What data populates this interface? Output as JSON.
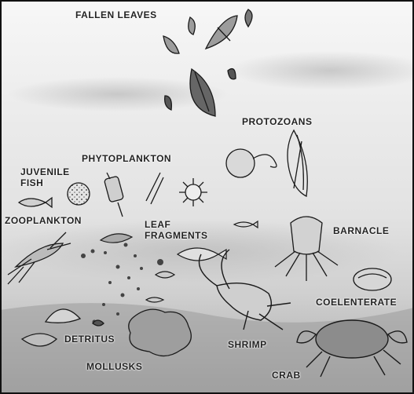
{
  "labels": {
    "fallen_leaves": "FALLEN LEAVES",
    "protozoans": "PROTOZOANS",
    "phytoplankton": "PHYTOPLANKTON",
    "juvenile_fish_line1": "JUVENILE",
    "juvenile_fish_line2": "FISH",
    "zooplankton": "ZOOPLANKTON",
    "leaf_fragments_line1": "LEAF",
    "leaf_fragments_line2": "FRAGMENTS",
    "barnacle": "BARNACLE",
    "coelenterate": "COELENTERATE",
    "detritus": "DETRITUS",
    "shrimp": "SHRIMP",
    "mollusks": "MOLLUSKS",
    "crab": "CRAB"
  },
  "icons": [
    "leaf-icon",
    "phytoplankton-cell-icon",
    "protozoan-icon",
    "fish-icon",
    "zooplankton-icon",
    "barnacle-icon",
    "coelenterate-icon",
    "shrimp-icon",
    "crab-icon",
    "mollusk-icon",
    "detritus-icon"
  ],
  "colors": {
    "water_light": "#f4f4f4",
    "water_dark": "#bdbdbd",
    "sediment": "#8a8a8a",
    "ink": "#1a1a1a"
  }
}
